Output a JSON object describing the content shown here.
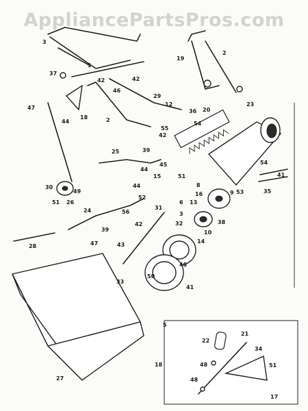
{
  "watermark": "AppliancePartsPros.com",
  "labels": {
    "l1": "1",
    "l2a": "2",
    "l2b": "2",
    "l3a": "3",
    "l3b": "3",
    "l5": "5",
    "l6": "6",
    "l8": "8",
    "l9": "9",
    "l10": "10",
    "l12": "12",
    "l13": "13",
    "l14": "14",
    "l15": "15",
    "l16": "16",
    "l17": "17",
    "l18a": "18",
    "l18b": "18",
    "l19": "19",
    "l20": "20",
    "l21": "21",
    "l22": "22",
    "l23": "23",
    "l24": "24",
    "l25": "25",
    "l26": "26",
    "l27": "27",
    "l28": "28",
    "l29": "29",
    "l30": "30",
    "l31": "31",
    "l32": "32",
    "l33": "33",
    "l34": "34",
    "l35": "35",
    "l36": "36",
    "l37": "37",
    "l38": "38",
    "l39a": "39",
    "l39b": "39",
    "l41a": "41",
    "l41b": "41",
    "l42a": "42",
    "l42b": "42",
    "l42c": "42",
    "l42d": "42",
    "l43": "43",
    "l44a": "44",
    "l44b": "44",
    "l44c": "44",
    "l45": "45",
    "l46": "46",
    "l47a": "47",
    "l47b": "47",
    "l48a": "48",
    "l48b": "48",
    "l48c": "48",
    "l49": "49",
    "l50": "50",
    "l51a": "51",
    "l51b": "51",
    "l51c": "51",
    "l52": "52",
    "l53": "53",
    "l54a": "54",
    "l54b": "54",
    "l55": "55",
    "l56": "56"
  }
}
